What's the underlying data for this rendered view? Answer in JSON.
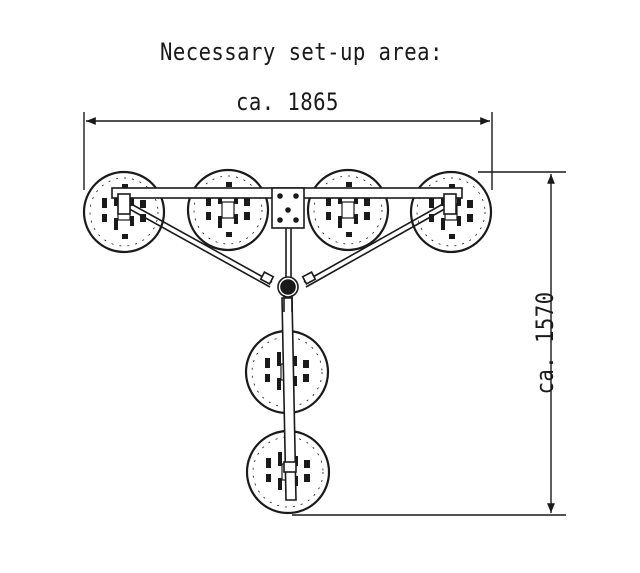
{
  "diagram": {
    "title": "Necessary set-up area:",
    "width_dimension": "ca. 1865",
    "height_dimension": "ca. 1570",
    "line_color": "#1a1a1a",
    "background": "#ffffff",
    "parts": [
      "suction-pad-1",
      "suction-pad-2",
      "suction-pad-3",
      "suction-pad-4",
      "suction-pad-5",
      "suction-pad-6",
      "crossbar",
      "center-plate",
      "vertical-beam",
      "diagonal-strut-left",
      "diagonal-strut-right"
    ]
  }
}
